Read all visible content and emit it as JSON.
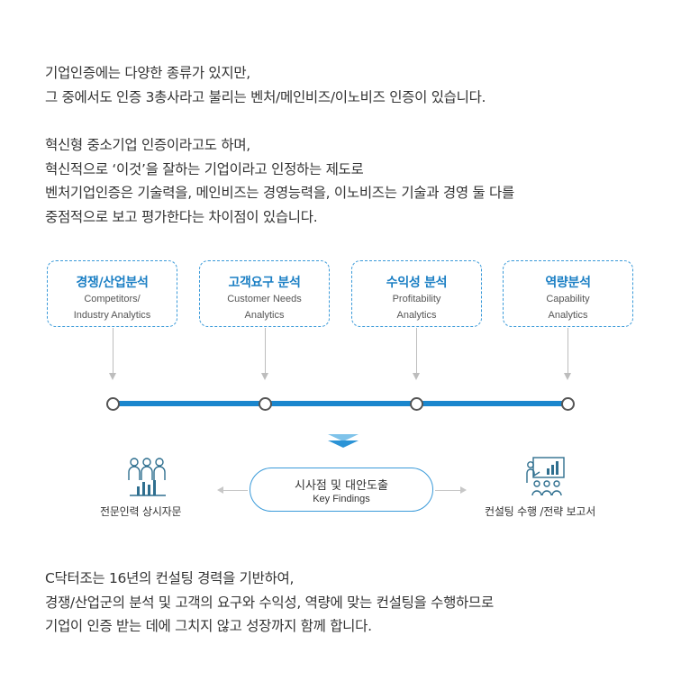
{
  "intro_lines": [
    "기업인증에는 다양한 종류가 있지만,",
    "그 중에서도 인증 3총사라고 불리는 벤처/메인비즈/이노비즈 인증이 있습니다."
  ],
  "description_lines": [
    "혁신형 중소기업 인증이라고도 하며,",
    "혁신적으로 ‘이것’을 잘하는 기업이라고 인정하는 제도로",
    "벤처기업인증은 기술력을, 메인비즈는 경영능력을, 이노비즈는 기술과 경영 둘 다를",
    "중점적으로 보고 평가한다는 차이점이 있습니다."
  ],
  "analysis_boxes": [
    {
      "title": "경쟁/산업분석",
      "sub1": "Competitors/",
      "sub2": "Industry Analytics"
    },
    {
      "title": "고객요구 분석",
      "sub1": "Customer Needs",
      "sub2": "Analytics"
    },
    {
      "title": "수익성 분석",
      "sub1": "Profitability",
      "sub2": "Analytics"
    },
    {
      "title": "역량분석",
      "sub1": "Capability",
      "sub2": "Analytics"
    }
  ],
  "result": {
    "title": "시사점 및 대안도출",
    "subtitle": "Key Findings"
  },
  "left_caption": "전문인력 상시자문",
  "right_caption": "컨설팅 수행 /전략 보고서",
  "icons": {
    "left": "experts-group-chart-icon",
    "right": "presentation-consulting-icon"
  },
  "colors": {
    "accent": "#1a86cd",
    "box_title": "#1b7fc4",
    "chevron_light": "#7fc3ea",
    "chevron_dark": "#2b93d6"
  },
  "closing_lines": [
    "C닥터조는 16년의 컨설팅 경력을 기반하여,",
    "경쟁/산업군의 분석 및 고객의 요구와 수익성, 역량에 맞는 컨설팅을 수행하므로",
    "기업이 인증 받는 데에 그치지 않고 성장까지 함께 합니다."
  ]
}
